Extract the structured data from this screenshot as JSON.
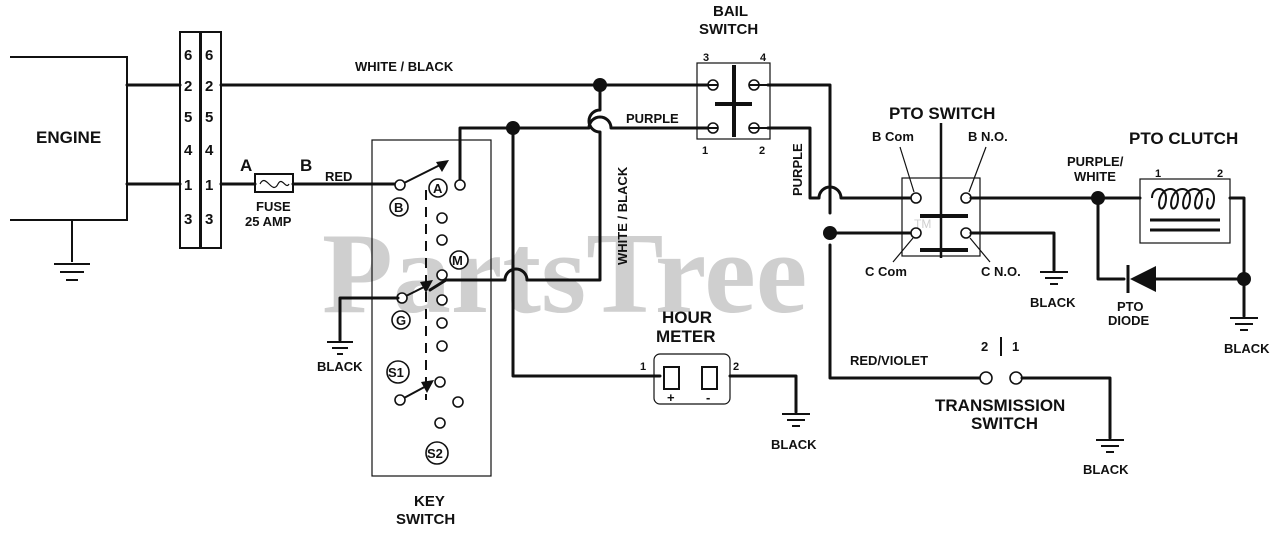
{
  "watermark": {
    "text": "PartsTree",
    "tm": "TM"
  },
  "engine": {
    "label": "ENGINE"
  },
  "connector": {
    "pins_left": [
      "6",
      "2",
      "5",
      "4",
      "1",
      "3"
    ],
    "pins_right": [
      "6",
      "2",
      "5",
      "4",
      "1",
      "3"
    ]
  },
  "fuse": {
    "a": "A",
    "b": "B",
    "line1": "FUSE",
    "line2": "25 AMP"
  },
  "wires": {
    "white_black_top": "WHITE / BLACK",
    "red": "RED",
    "purple_top": "PURPLE",
    "purple_vertical": "PURPLE",
    "white_black_vertical": "WHITE / BLACK",
    "purple_white_1": "PURPLE/",
    "purple_white_2": "WHITE",
    "red_violet": "RED/VIOLET"
  },
  "bail_switch": {
    "line1": "BAIL",
    "line2": "SWITCH",
    "pins": [
      "3",
      "4",
      "1",
      "2"
    ]
  },
  "pto_switch": {
    "title": "PTO SWITCH",
    "b_com": "B Com",
    "b_no": "B N.O.",
    "c_com": "C Com",
    "c_no": "C N.O."
  },
  "pto_clutch": {
    "title": "PTO CLUTCH",
    "pin1": "1",
    "pin2": "2"
  },
  "pto_diode": {
    "line1": "PTO",
    "line2": "DIODE"
  },
  "key_switch": {
    "line1": "KEY",
    "line2": "SWITCH",
    "terms": [
      "A",
      "B",
      "M",
      "G",
      "S1",
      "S2"
    ]
  },
  "hour_meter": {
    "line1": "HOUR",
    "line2": "METER",
    "pin1": "1",
    "pin2": "2",
    "plus": "+",
    "minus": "-"
  },
  "transmission_switch": {
    "line1": "TRANSMISSION",
    "line2": "SWITCH",
    "pin2": "2",
    "pin1": "1"
  },
  "grounds": {
    "key_switch": "BLACK",
    "hour_meter": "BLACK",
    "pto_switch": "BLACK",
    "pto_clutch": "BLACK",
    "transmission": "BLACK"
  }
}
